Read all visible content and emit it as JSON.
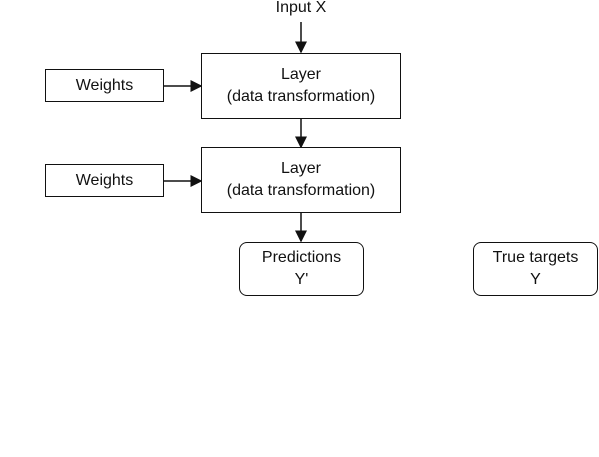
{
  "input": {
    "label": "Input X"
  },
  "weights": [
    {
      "label": "Weights"
    },
    {
      "label": "Weights"
    }
  ],
  "layers": [
    {
      "title": "Layer",
      "subtitle": "(data transformation)"
    },
    {
      "title": "Layer",
      "subtitle": "(data transformation)"
    }
  ],
  "predictions": {
    "title": "Predictions",
    "symbol": "Y'"
  },
  "true_targets": {
    "title": "True targets",
    "symbol": "Y"
  }
}
